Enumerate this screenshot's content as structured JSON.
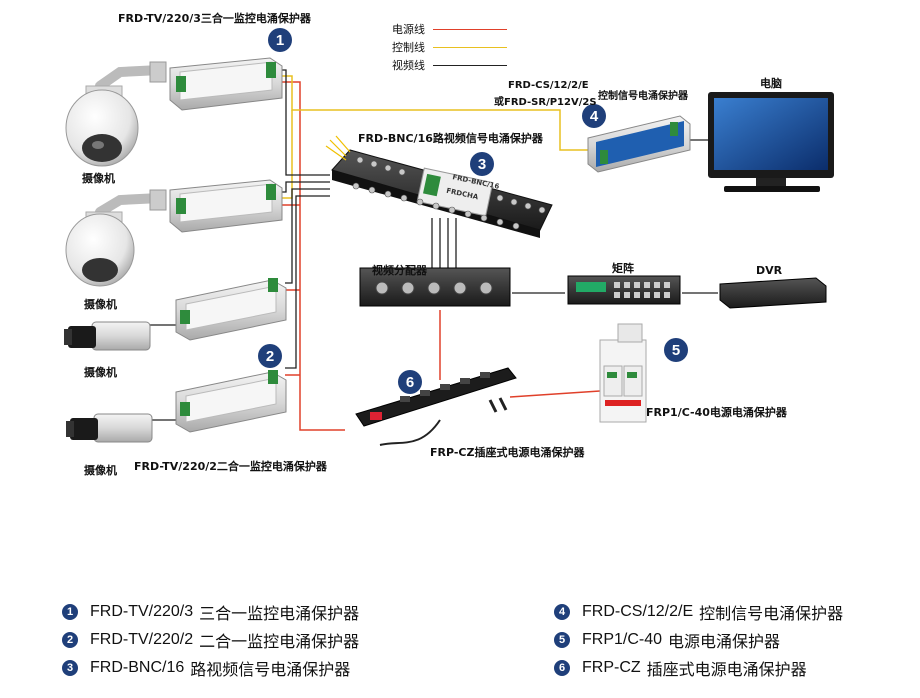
{
  "legend": {
    "items": [
      {
        "label": "电源线",
        "color": "#e0402a"
      },
      {
        "label": "控制线",
        "color": "#e8c020"
      },
      {
        "label": "视频线",
        "color": "#222222"
      }
    ]
  },
  "devices": {
    "surge1_title": "FRD-TV/220/3三合一监控电涌保护器",
    "surge2_title": "FRD-TV/220/2二合一监控电涌保护器",
    "bnc_title": "FRD-BNC/16路视频信号电涌保护器",
    "cs_title_line1": "FRD-CS/12/2/E",
    "cs_title_line2": "或FRD-SR/P12V/2S",
    "cs_title_suffix": "控制信号电涌保护器",
    "computer": "电脑",
    "splitter": "视频分配器",
    "matrix": "矩阵",
    "dvr": "DVR",
    "frp1": "FRP1/C-40电源电涌保护器",
    "frpcz": "FRP-CZ插座式电源电涌保护器",
    "camera_label": "摄像机",
    "bnc_box_brand": "FRDCHA",
    "bnc_box_model": "FRD-BNC/16"
  },
  "badges": [
    "1",
    "2",
    "3",
    "4",
    "5",
    "6"
  ],
  "bottom_list": [
    {
      "num": "1",
      "model": "FRD-TV/220/3",
      "desc": "三合一监控电涌保护器"
    },
    {
      "num": "2",
      "model": "FRD-TV/220/2",
      "desc": "二合一监控电涌保护器"
    },
    {
      "num": "3",
      "model": "FRD-BNC/16",
      "desc": "路视频信号电涌保护器"
    },
    {
      "num": "4",
      "model": "FRD-CS/12/2/E",
      "desc": "控制信号电涌保护器"
    },
    {
      "num": "5",
      "model": "FRP1/C-40",
      "desc": "电源电涌保护器"
    },
    {
      "num": "6",
      "model": "FRP-CZ",
      "desc": "插座式电源电涌保护器"
    }
  ]
}
